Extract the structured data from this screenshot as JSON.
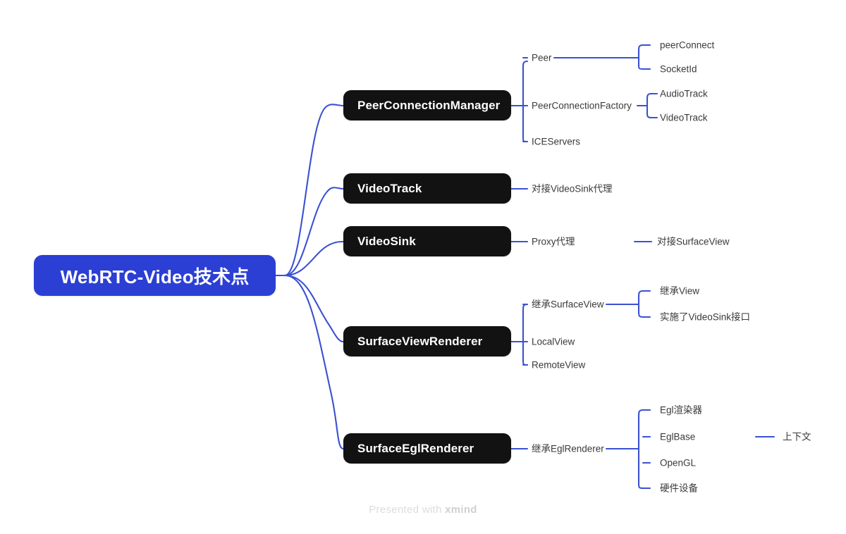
{
  "app": {
    "type": "mindmap",
    "watermark_prefix": "Presented with",
    "watermark_brand": "xmind"
  },
  "colors": {
    "root_fill": "#2b3fd4",
    "topic_fill": "#121212",
    "connector": "#3b51d1",
    "leaf_text": "#3a3a3a",
    "background": "#ffffff",
    "watermark": "#dcdcdc"
  },
  "root": {
    "label": "WebRTC-Video技术点"
  },
  "branches": [
    {
      "label": "PeerConnectionManager",
      "children": [
        {
          "label": "Peer",
          "children": [
            {
              "label": "peerConnect"
            },
            {
              "label": "SocketId"
            }
          ]
        },
        {
          "label": "PeerConnectionFactory",
          "children": [
            {
              "label": "AudioTrack"
            },
            {
              "label": "VideoTrack"
            }
          ]
        },
        {
          "label": "ICEServers",
          "children": []
        }
      ]
    },
    {
      "label": "VideoTrack",
      "children": [
        {
          "label": "对接VideoSink代理",
          "children": []
        }
      ]
    },
    {
      "label": "VideoSink",
      "children": [
        {
          "label": "Proxy代理",
          "children": [
            {
              "label": "对接SurfaceView"
            }
          ]
        }
      ]
    },
    {
      "label": "SurfaceViewRenderer",
      "children": [
        {
          "label": "继承SurfaceView",
          "children": [
            {
              "label": "继承View"
            },
            {
              "label": "实施了VideoSink接口"
            }
          ]
        },
        {
          "label": "LocalView",
          "children": []
        },
        {
          "label": "RemoteView",
          "children": []
        }
      ]
    },
    {
      "label": "SurfaceEglRenderer",
      "children": [
        {
          "label": "继承EglRenderer",
          "children": [
            {
              "label": "Egl渲染器"
            },
            {
              "label": "EglBase",
              "children": [
                {
                  "label": "上下文"
                }
              ]
            },
            {
              "label": "OpenGL"
            },
            {
              "label": "硬件设备"
            }
          ]
        }
      ]
    }
  ]
}
